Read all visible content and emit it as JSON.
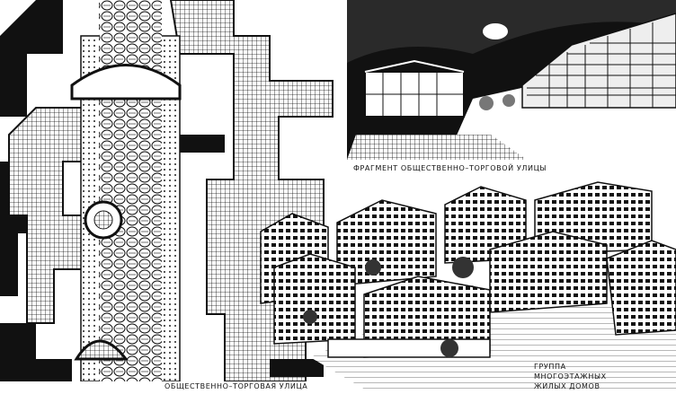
{
  "illustrations": {
    "street_plan": {
      "caption": "ОБЩЕСТВЕННО–ТОРГОВАЯ УЛИЦА"
    },
    "street_fragment": {
      "caption": "ФРАГМЕНТ ОБЩЕСТВЕННО–ТОРГОВОЙ УЛИЦЫ"
    },
    "housing_group": {
      "caption_lines": [
        "ГРУППА",
        "МНОГОЭТАЖНЫХ",
        "ЖИЛЫХ ДОМОВ"
      ]
    }
  },
  "colors": {
    "ink": "#111111",
    "paper": "#ffffff"
  }
}
